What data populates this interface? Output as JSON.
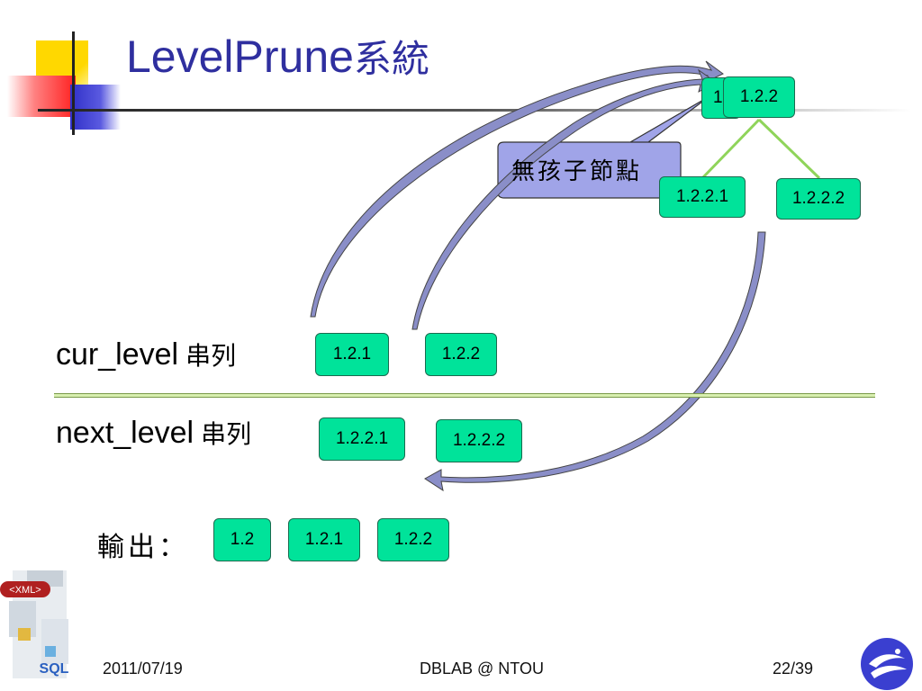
{
  "title": {
    "latin": "LevelPrune",
    "cjk": "系統"
  },
  "tree": {
    "root_hidden": "1",
    "root": "1.2.2",
    "children": [
      "1.2.2.1",
      "1.2.2.2"
    ]
  },
  "callout": "無孩子節點",
  "cur_level": {
    "name": "cur_level",
    "suffix": "串列",
    "items": [
      "1.2.1",
      "1.2.2"
    ]
  },
  "next_level": {
    "name": "next_level",
    "suffix": "串列",
    "items": [
      "1.2.2.1",
      "1.2.2.2"
    ]
  },
  "output": {
    "label": "輸出：",
    "items": [
      "1.2",
      "1.2.1",
      "1.2.2"
    ]
  },
  "footer": {
    "date": "2011/07/19",
    "center": "DBLAB @ NTOU",
    "page": "22/39"
  },
  "logo_left": {
    "icon": "database-lab-logo-icon",
    "text_xml": "<XML>",
    "text_sql": "SQL"
  },
  "logo_right": {
    "icon": "university-logo-icon"
  },
  "colors": {
    "title": "#2f2f9f",
    "node": "#00e39a",
    "callout": "#a0a4e8",
    "arrow": "#7b7fb8",
    "tree_edge": "#8fd45a"
  }
}
